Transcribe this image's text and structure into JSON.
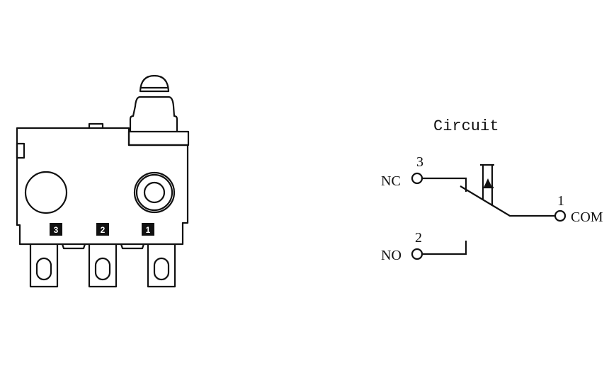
{
  "diagram": {
    "type": "microswitch-drawing",
    "switch_view": {
      "terminal_labels": [
        "3",
        "2",
        "1"
      ]
    },
    "circuit": {
      "title": "Circuit",
      "terminals": [
        {
          "number": "3",
          "label": "NC"
        },
        {
          "number": "2",
          "label": "NO"
        },
        {
          "number": "1",
          "label": "COM"
        }
      ]
    },
    "colors": {
      "line": "#111111",
      "background": "#ffffff"
    }
  }
}
